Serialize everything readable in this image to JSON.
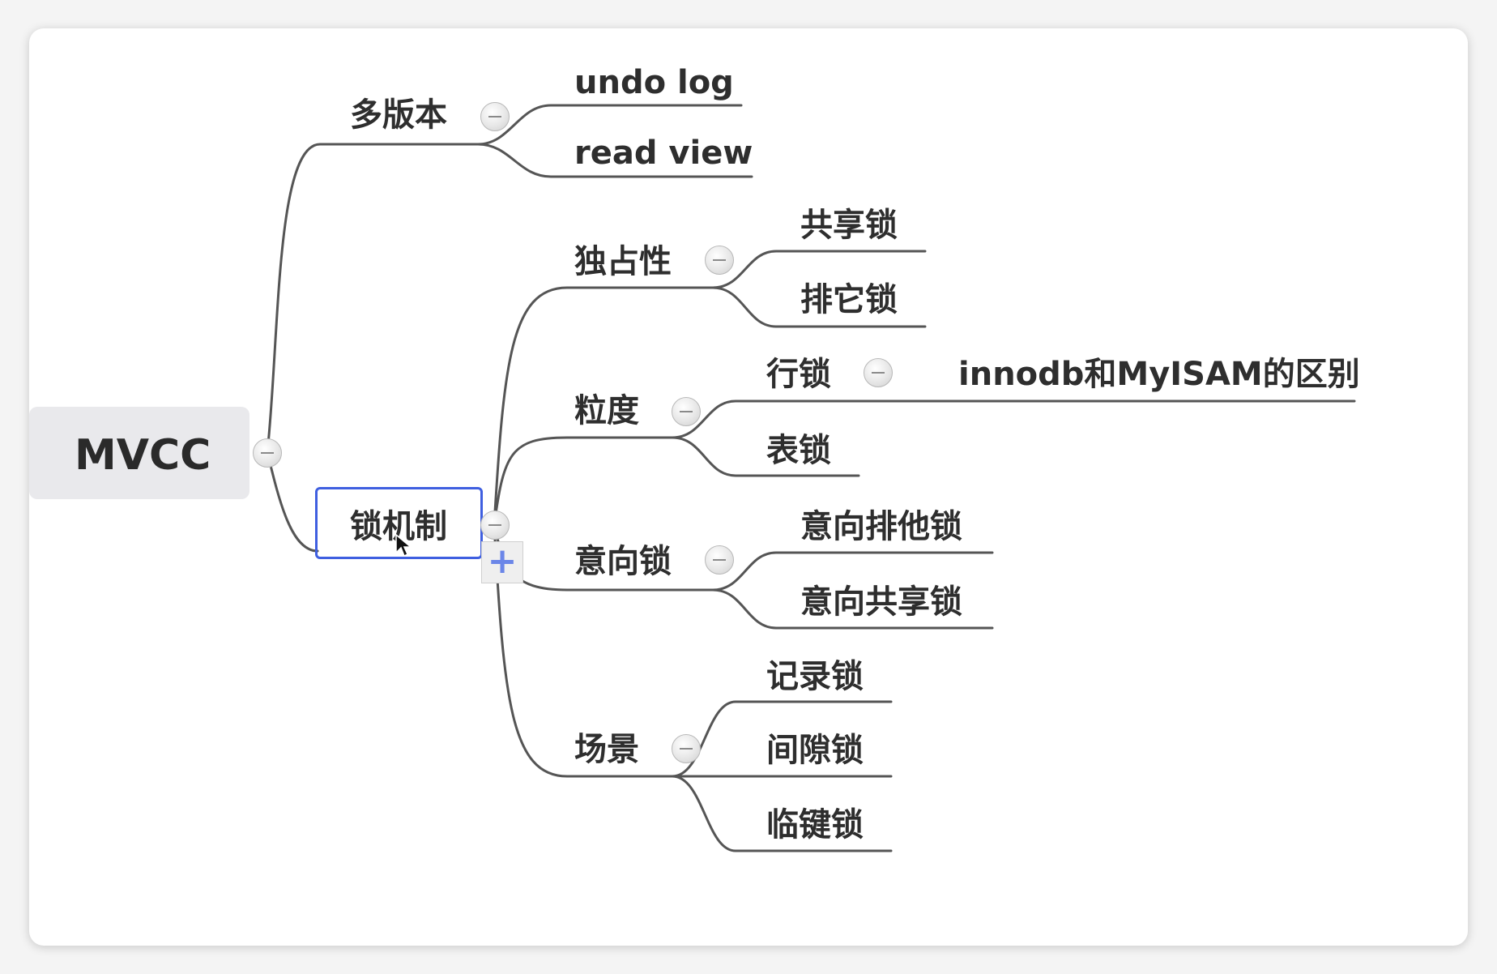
{
  "root": {
    "label": "MVCC"
  },
  "branches": {
    "multi_version": {
      "label": "多版本",
      "children": [
        "undo log",
        "read view"
      ]
    },
    "lock_mechanism": {
      "label": "锁机制",
      "selected": true,
      "add_button": "+",
      "exclusivity": {
        "label": "独占性",
        "children": [
          "共享锁",
          "排它锁"
        ]
      },
      "granularity": {
        "label": "粒度",
        "row_lock": {
          "label": "行锁",
          "note": "innodb和MyISAM的区别"
        },
        "table_lock": "表锁"
      },
      "intention_lock": {
        "label": "意向锁",
        "children": [
          "意向排他锁",
          "意向共享锁"
        ]
      },
      "scenario": {
        "label": "场景",
        "children": [
          "记录锁",
          "间隙锁",
          "临键锁"
        ]
      }
    }
  },
  "colors": {
    "line": "#555555",
    "selection": "#3f5fe0",
    "root_bg": "#e9e9ec"
  }
}
